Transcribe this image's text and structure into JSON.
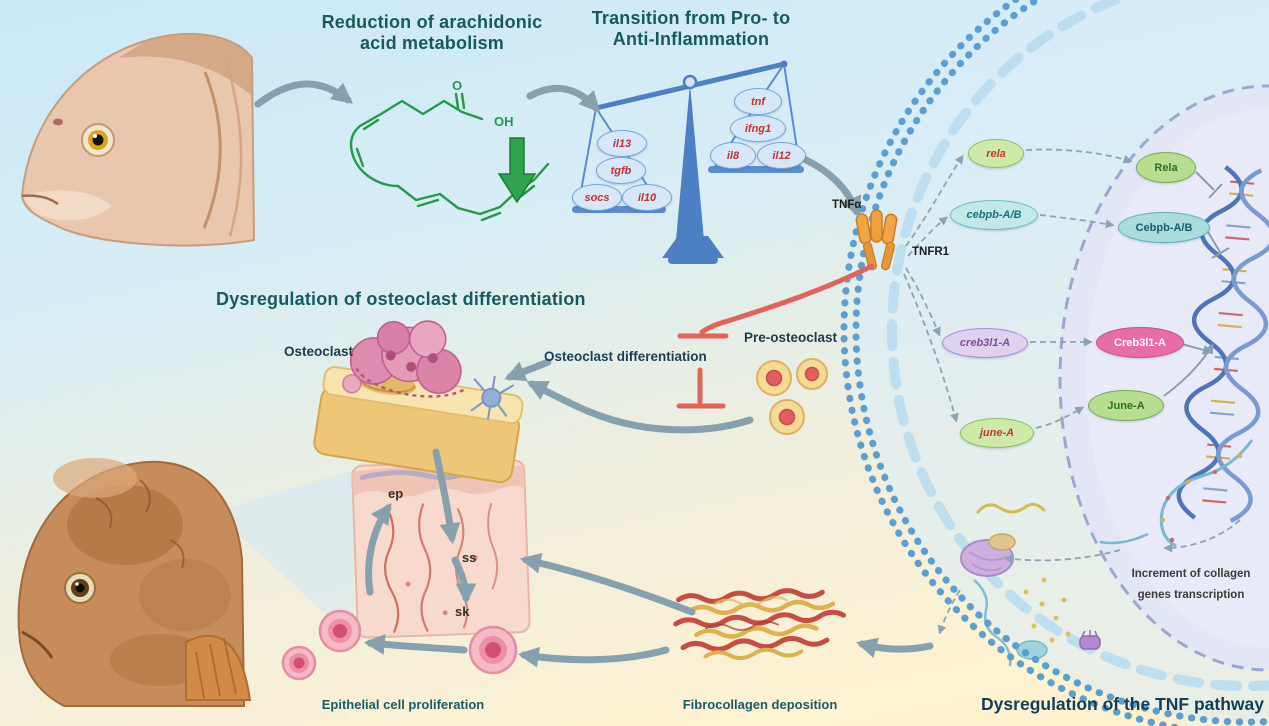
{
  "titles": {
    "arachidonic_line1": "Reduction of arachidonic",
    "arachidonic_line2": "acid metabolism",
    "transition_line1": "Transition from Pro- to",
    "transition_line2": "Anti-Inflammation",
    "osteoclast_dysregulation": "Dysregulation of osteoclast differentiation",
    "tnf_dysregulation": "Dysregulation of the TNF pathway"
  },
  "chem": {
    "o": "O",
    "oh": "OH"
  },
  "balance": {
    "anti_genes": [
      "il13",
      "tgfb",
      "socs",
      "il10"
    ],
    "pro_genes": [
      "tnf",
      "ifng1",
      "il8",
      "il12"
    ]
  },
  "signaling": {
    "ligand": "TNFα",
    "receptor": "TNFR1",
    "genes": [
      "rela",
      "cebpb-A/B",
      "creb3l1-A",
      "june-A"
    ],
    "proteins": [
      "Rela",
      "Cebpb-A/B",
      "Creb3l1-A",
      "June-A"
    ],
    "nucleus_caption_line1": "Increment of collagen",
    "nucleus_caption_line2": "genes transcription"
  },
  "labels": {
    "osteoclast": "Osteoclast",
    "osteoclast_differentiation": "Osteoclast differentiation",
    "pre_osteoclast": "Pre-osteoclast",
    "skin_ep": "ep",
    "skin_ss": "ss",
    "skin_sk": "sk",
    "epithelial_proliferation": "Epithelial cell proliferation",
    "fibrocollagen_deposition": "Fibrocollagen deposition"
  },
  "colors": {
    "title_teal": "#175a5e",
    "title_navy": "#113d5a",
    "gene_red": "#c53030",
    "arrow_gray": "#87a0ad",
    "inhibition_red": "#e2635a",
    "balance_blue": "#4d7fc4",
    "membrane_blue": "#5b9ecf",
    "chem_green": "#27984a"
  }
}
